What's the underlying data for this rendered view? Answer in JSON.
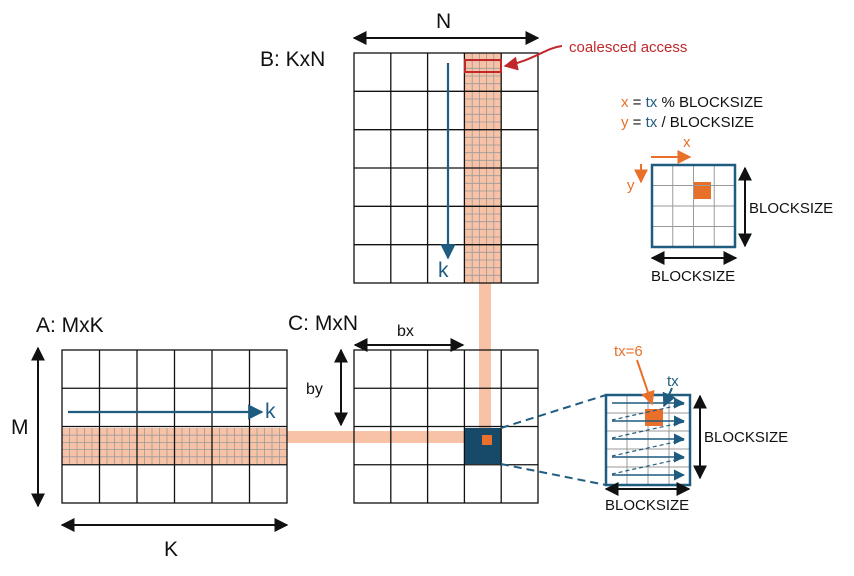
{
  "matrix_b": {
    "title": "B: KxN",
    "dim_label": "N",
    "arrow_label": "k"
  },
  "matrix_a": {
    "title": "A: MxK",
    "dim_rows": "M",
    "dim_cols": "K",
    "arrow_label": "k"
  },
  "matrix_c": {
    "title": "C: MxN",
    "bx": "bx",
    "by": "by"
  },
  "callout": {
    "label": "coalesced access"
  },
  "legend": {
    "x_var": "x",
    "x_eq": " = ",
    "x_tx": "tx",
    "x_rest": " % BLOCKSIZE",
    "y_var": "y",
    "y_eq": " = ",
    "y_tx": "tx",
    "y_rest": " / BLOCKSIZE",
    "axis_x": "x",
    "axis_y": "y",
    "side_label": "BLOCKSIZE",
    "bottom_label": "BLOCKSIZE"
  },
  "thread_block": {
    "tx_value": "tx=6",
    "tx_label": "tx",
    "side_label": "BLOCKSIZE",
    "bottom_label": "BLOCKSIZE"
  },
  "colors": {
    "orange": "#e8702a",
    "blue": "#1f5c80",
    "dark_block": "#174a68",
    "highlight": "#f7c2a6",
    "red": "#c0282b",
    "grid": "#111111",
    "fine_grid": "#9a9a9a"
  }
}
